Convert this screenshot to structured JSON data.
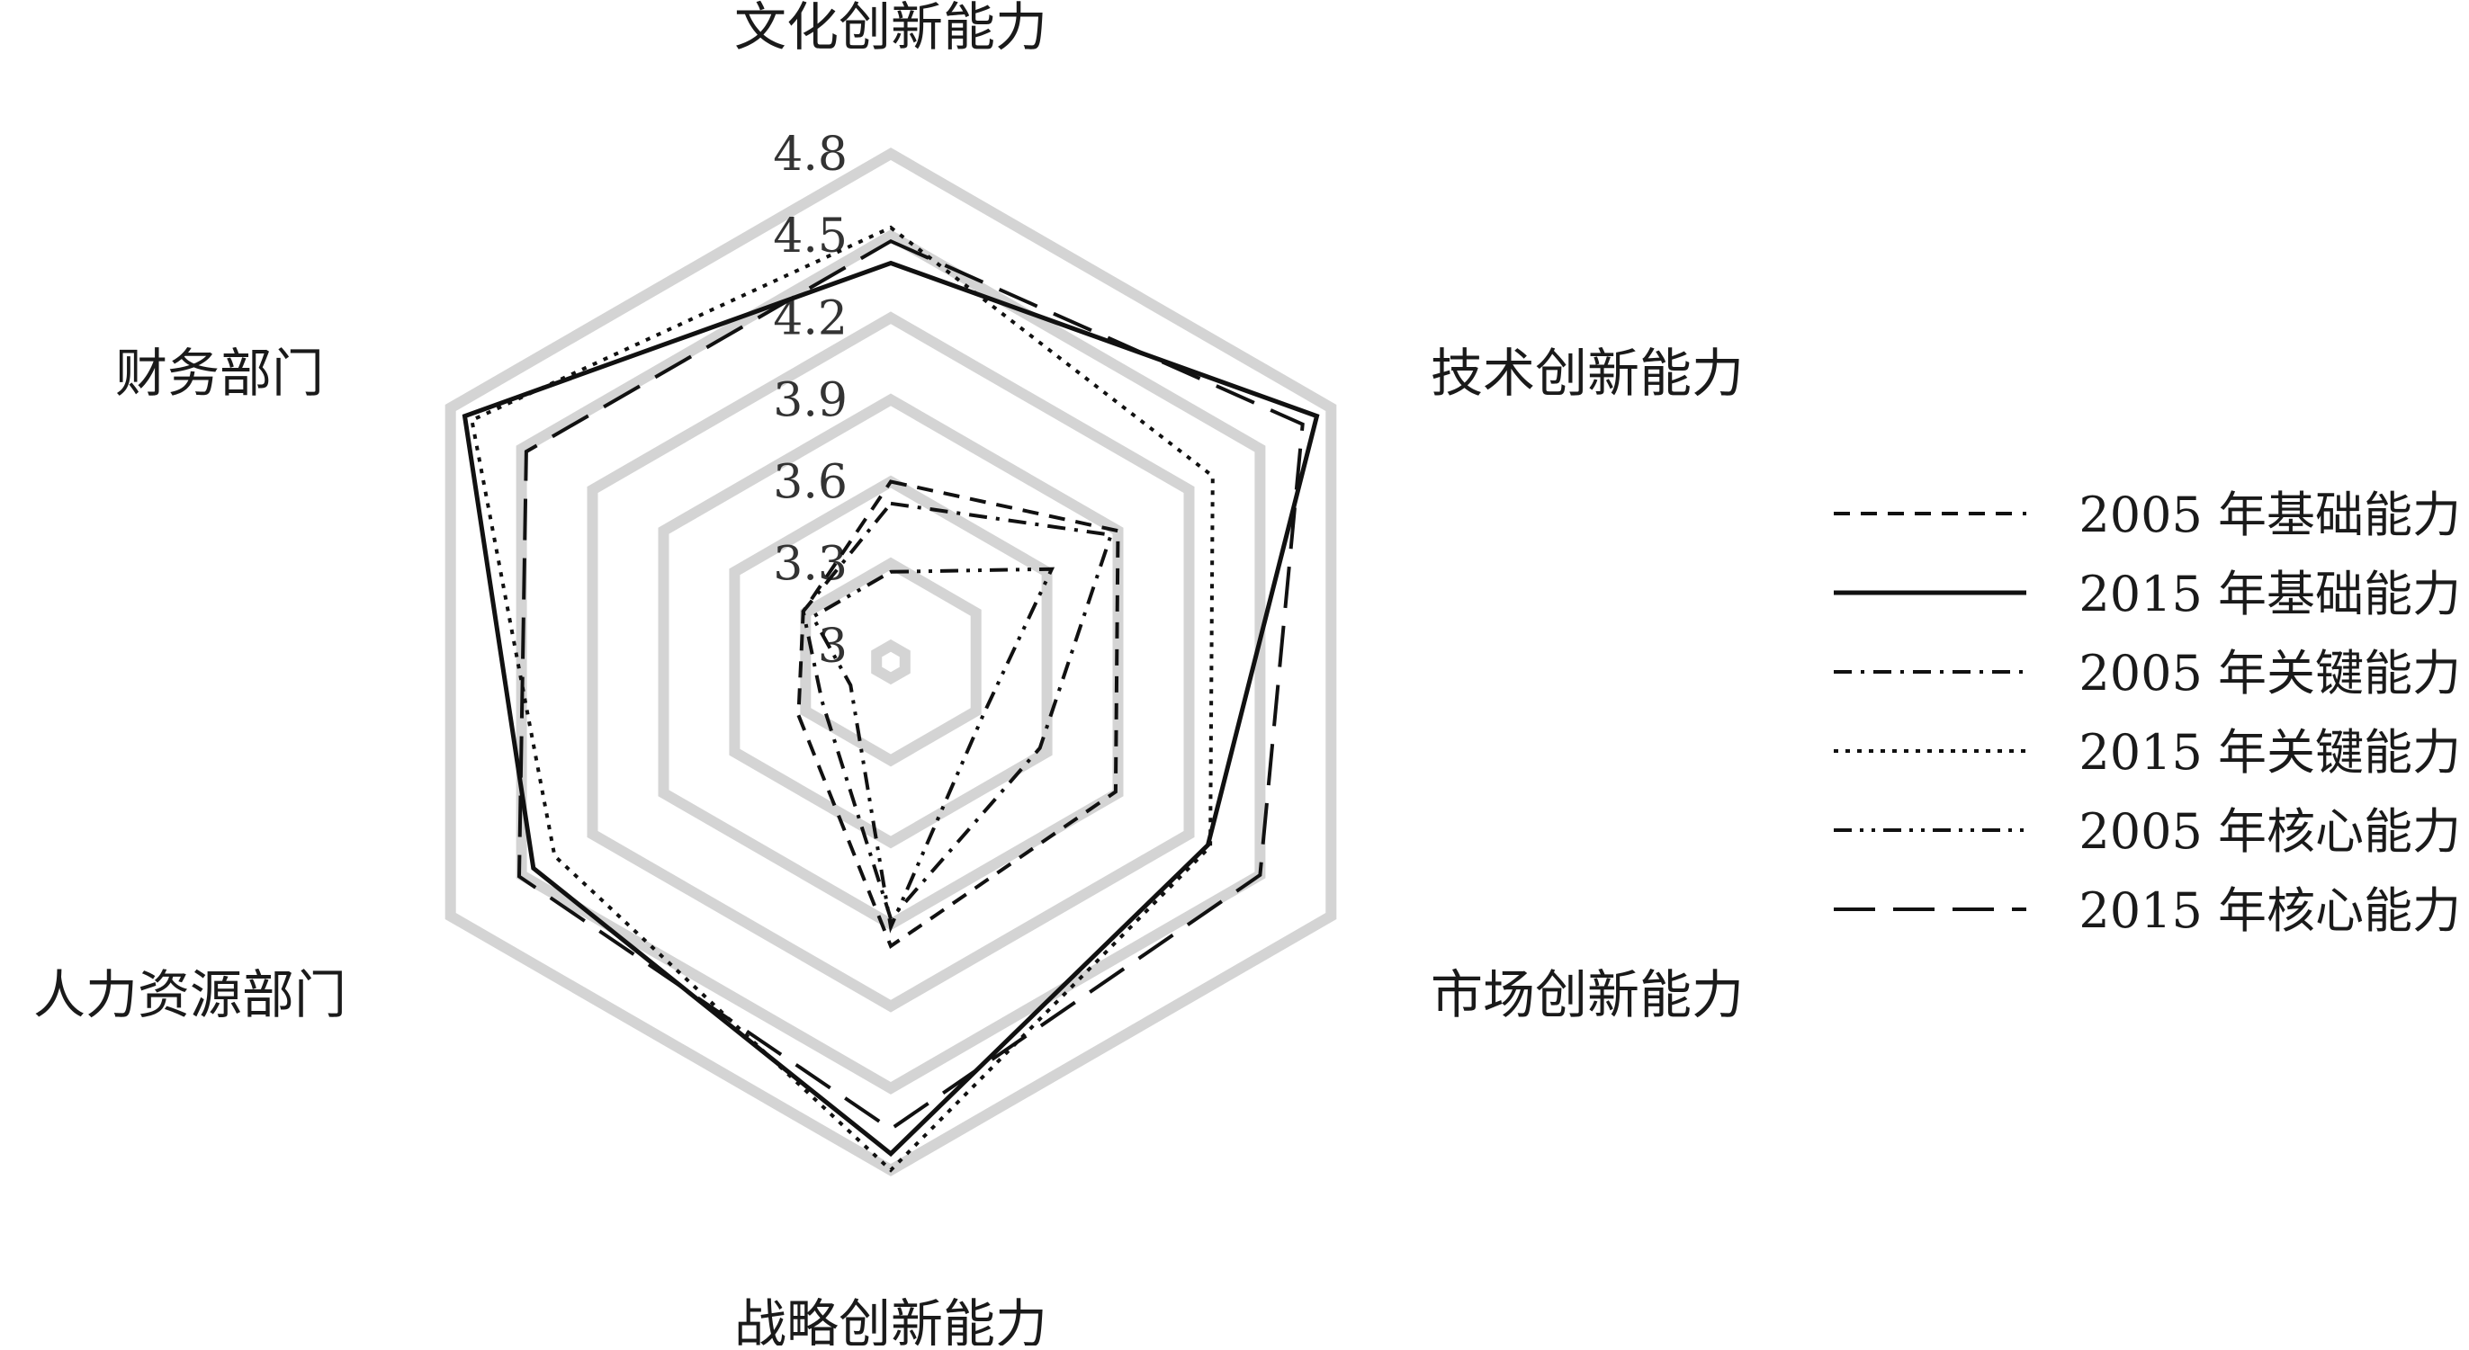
{
  "chart_data": {
    "type": "radar",
    "axes": [
      "文化创新能力",
      "技术创新能力",
      "市场创新能力",
      "战略创新能力",
      "人力资源部门",
      "财务部门"
    ],
    "r_ticks": [
      "3",
      "3.3",
      "3.6",
      "3.9",
      "4.2",
      "4.5",
      "4.8"
    ],
    "r_range": [
      2.94,
      4.8
    ],
    "grid": true,
    "legend_position": "right",
    "series": [
      {
        "name": "2005 年基础能力",
        "dash": "dashed",
        "values": [
          3.6,
          3.9,
          3.89,
          3.98,
          3.33,
          3.31
        ]
      },
      {
        "name": "2015 年基础能力",
        "dash": "solid",
        "values": [
          4.4,
          4.74,
          4.28,
          4.74,
          4.45,
          4.74
        ]
      },
      {
        "name": "2005 年关键能力",
        "dash": "dashdot",
        "values": [
          3.52,
          3.87,
          3.57,
          3.88,
          3.23,
          3.31
        ]
      },
      {
        "name": "2015 年关键能力",
        "dash": "dotted",
        "values": [
          4.53,
          4.3,
          4.29,
          4.8,
          4.36,
          4.71
        ]
      },
      {
        "name": "2005 年核心能力",
        "dash": "dashdotdot",
        "values": [
          3.27,
          3.62,
          3.33,
          3.91,
          3.11,
          3.27
        ]
      },
      {
        "name": "2015 年核心能力",
        "dash": "longdash",
        "values": [
          4.48,
          4.68,
          4.5,
          4.65,
          4.51,
          4.48
        ]
      }
    ]
  }
}
